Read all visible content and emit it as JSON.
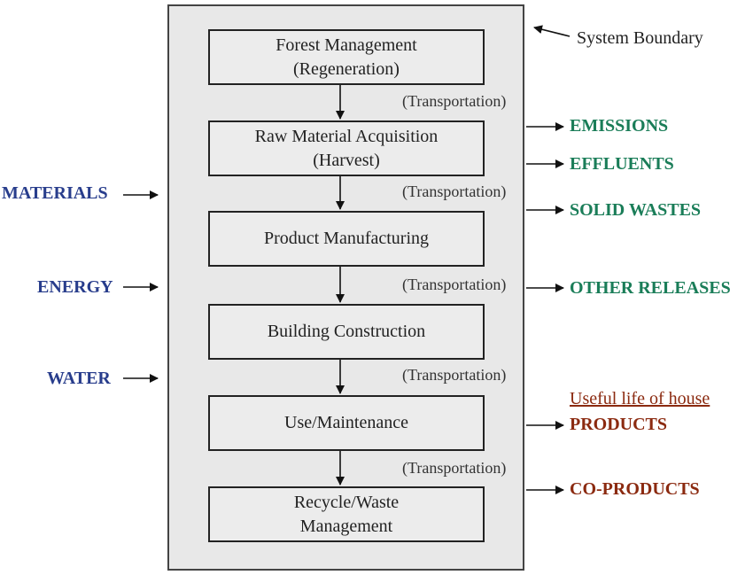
{
  "system_boundary_label": "System Boundary",
  "stages": [
    {
      "line1": "Forest Management",
      "line2": "(Regeneration)"
    },
    {
      "line1": "Raw Material Acquisition",
      "line2": "(Harvest)"
    },
    {
      "line1": "Product Manufacturing",
      "line2": ""
    },
    {
      "line1": "Building Construction",
      "line2": ""
    },
    {
      "line1": "Use/Maintenance",
      "line2": ""
    },
    {
      "line1": "Recycle/Waste",
      "line2": "Management"
    }
  ],
  "transportation_label": "(Transportation)",
  "inputs": [
    "MATERIALS",
    "ENERGY",
    "WATER"
  ],
  "outputs": {
    "emissions": "EMISSIONS",
    "effluents": "EFFLUENTS",
    "solid_wastes": "SOLID WASTES",
    "other_releases": "OTHER RELEASES",
    "useful_life": "Useful life of house",
    "products": "PRODUCTS",
    "co_products": "CO-PRODUCTS"
  },
  "colors": {
    "inputs": "#283d8c",
    "releases": "#1a7d58",
    "products": "#8b2a10",
    "boundary_fill": "#e8e8e8"
  }
}
